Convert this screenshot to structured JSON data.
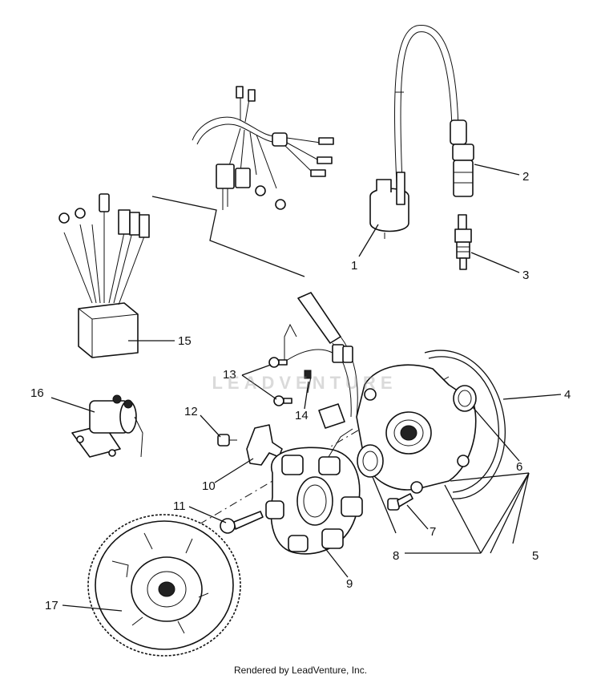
{
  "callouts": {
    "c1": "1",
    "c2": "2",
    "c3": "3",
    "c4": "4",
    "c5": "5",
    "c6": "6",
    "c7": "7",
    "c8": "8",
    "c9": "9",
    "c10": "10",
    "c11": "11",
    "c12": "12",
    "c13": "13",
    "c14": "14",
    "c15": "15",
    "c16": "16",
    "c17": "17"
  },
  "watermark": "LEADVENTURE",
  "footer": "Rendered by LeadVenture, Inc."
}
